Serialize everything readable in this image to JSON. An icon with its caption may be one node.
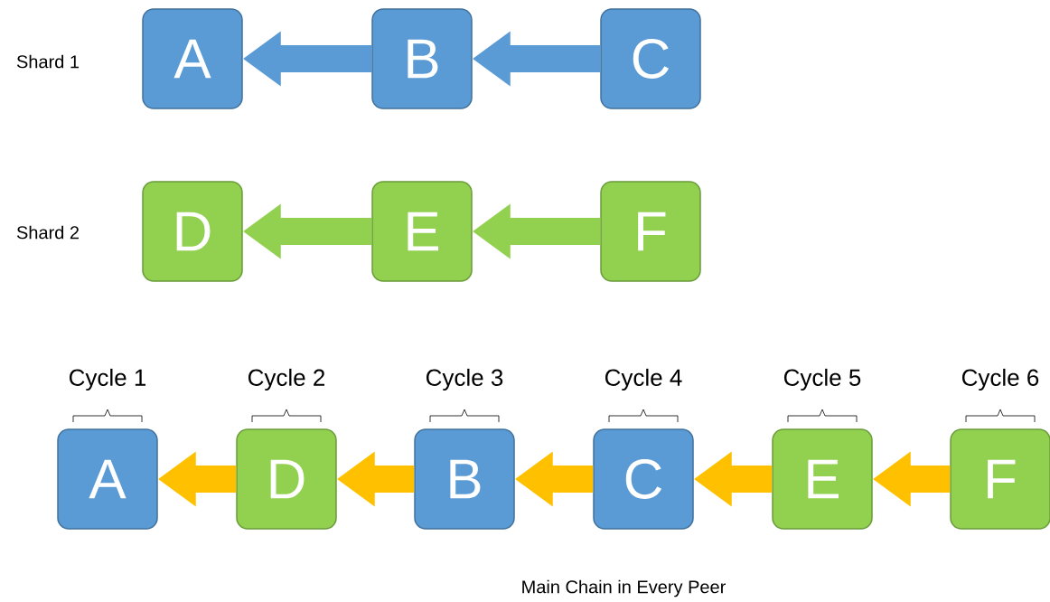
{
  "diagram": {
    "caption": "Main Chain in Every Peer",
    "nodes": [
      {
        "text": [
          "A"
        ]
      },
      {
        "text": [
          "B"
        ]
      },
      {
        "text": [
          "C"
        ]
      },
      {
        "text": [
          "D"
        ]
      },
      {
        "text": [
          "E"
        ]
      },
      {
        "text": [
          "F"
        ]
      },
      {
        "text": [
          "A"
        ],
        "beside": [
          "Cycle 1"
        ]
      },
      {
        "text": [
          "D"
        ],
        "beside": [
          "Cycle 2"
        ]
      },
      {
        "text": [
          "B"
        ],
        "beside": [
          "Cycle 3"
        ]
      },
      {
        "text": [
          "C"
        ],
        "beside": [
          "Cycle 4"
        ]
      },
      {
        "text": [
          "E"
        ],
        "beside": [
          "Cycle 5"
        ]
      },
      {
        "text": [
          "F"
        ],
        "beside": [
          "Cycle 6"
        ]
      }
    ],
    "edges": [
      {
        "from": 1,
        "to": 0,
        "arrow": "to",
        "color": "#5b9bd5"
      },
      {
        "from": 2,
        "to": 1,
        "arrow": "to",
        "color": "#5b9bd5"
      },
      {
        "from": 4,
        "to": 3,
        "arrow": "to",
        "color": "#92d050"
      },
      {
        "from": 5,
        "to": 4,
        "arrow": "to",
        "color": "#92d050"
      },
      {
        "from": 7,
        "to": 6,
        "arrow": "to"
      },
      {
        "from": 8,
        "to": 7,
        "arrow": "to"
      },
      {
        "from": 9,
        "to": 8,
        "arrow": "to"
      },
      {
        "from": 10,
        "to": 9,
        "arrow": "to"
      },
      {
        "from": 11,
        "to": 10,
        "arrow": "to"
      }
    ],
    "labels": [
      "Shard 1",
      "Shard 2"
    ]
  }
}
